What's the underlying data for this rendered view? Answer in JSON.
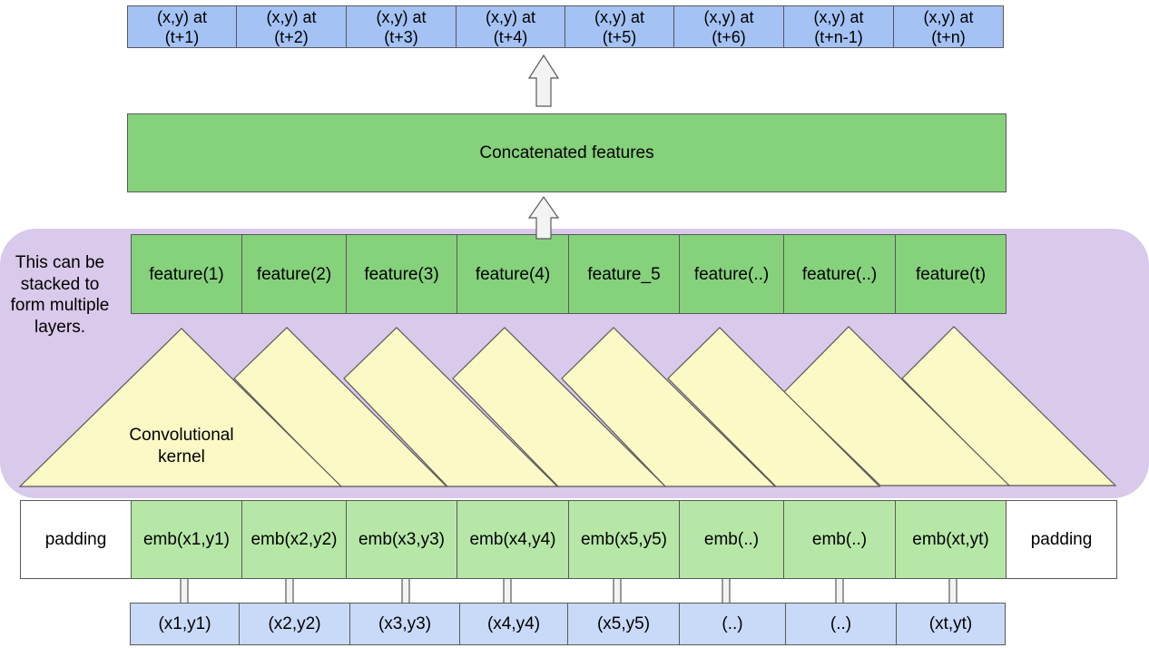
{
  "outputs": [
    "(x,y) at\n(t+1)",
    "(x,y) at\n(t+2)",
    "(x,y) at\n(t+3)",
    "(x,y) at\n(t+4)",
    "(x,y) at\n(t+5)",
    "(x,y) at\n(t+6)",
    "(x,y) at\n(t+n-1)",
    "(x,y) at\n(t+n)"
  ],
  "concat_label": "Concatenated features",
  "stack_note": "This can be stacked to form multiple layers.",
  "features": [
    "feature(1)",
    "feature(2)",
    "feature(3)",
    "feature(4)",
    "feature_5",
    "feature(..)",
    "feature(..)",
    "feature(t)"
  ],
  "kernel_label": "Convolutional kernel",
  "padding_left": "padding",
  "padding_right": "padding",
  "embeddings": [
    "emb(x1,y1)",
    "emb(x2,y2)",
    "emb(x3,y3)",
    "emb(x4,y4)",
    "emb(x5,y5)",
    "emb(..)",
    "emb(..)",
    "emb(xt,yt)"
  ],
  "inputs": [
    "(x1,y1)",
    "(x2,y2)",
    "(x3,y3)",
    "(x4,y4)",
    "(x5,y5)",
    "(..)",
    "(..)",
    "(xt,yt)"
  ],
  "colors": {
    "output_fill": "#a4c2f4",
    "feature_fill": "#86d17c",
    "embedding_fill": "#b6e7a7",
    "input_fill": "#c9daf8",
    "panel_fill": "#d9c9ea",
    "kernel_fill": "#fbf9c5",
    "arrow_fill": "#f3f3f3"
  }
}
